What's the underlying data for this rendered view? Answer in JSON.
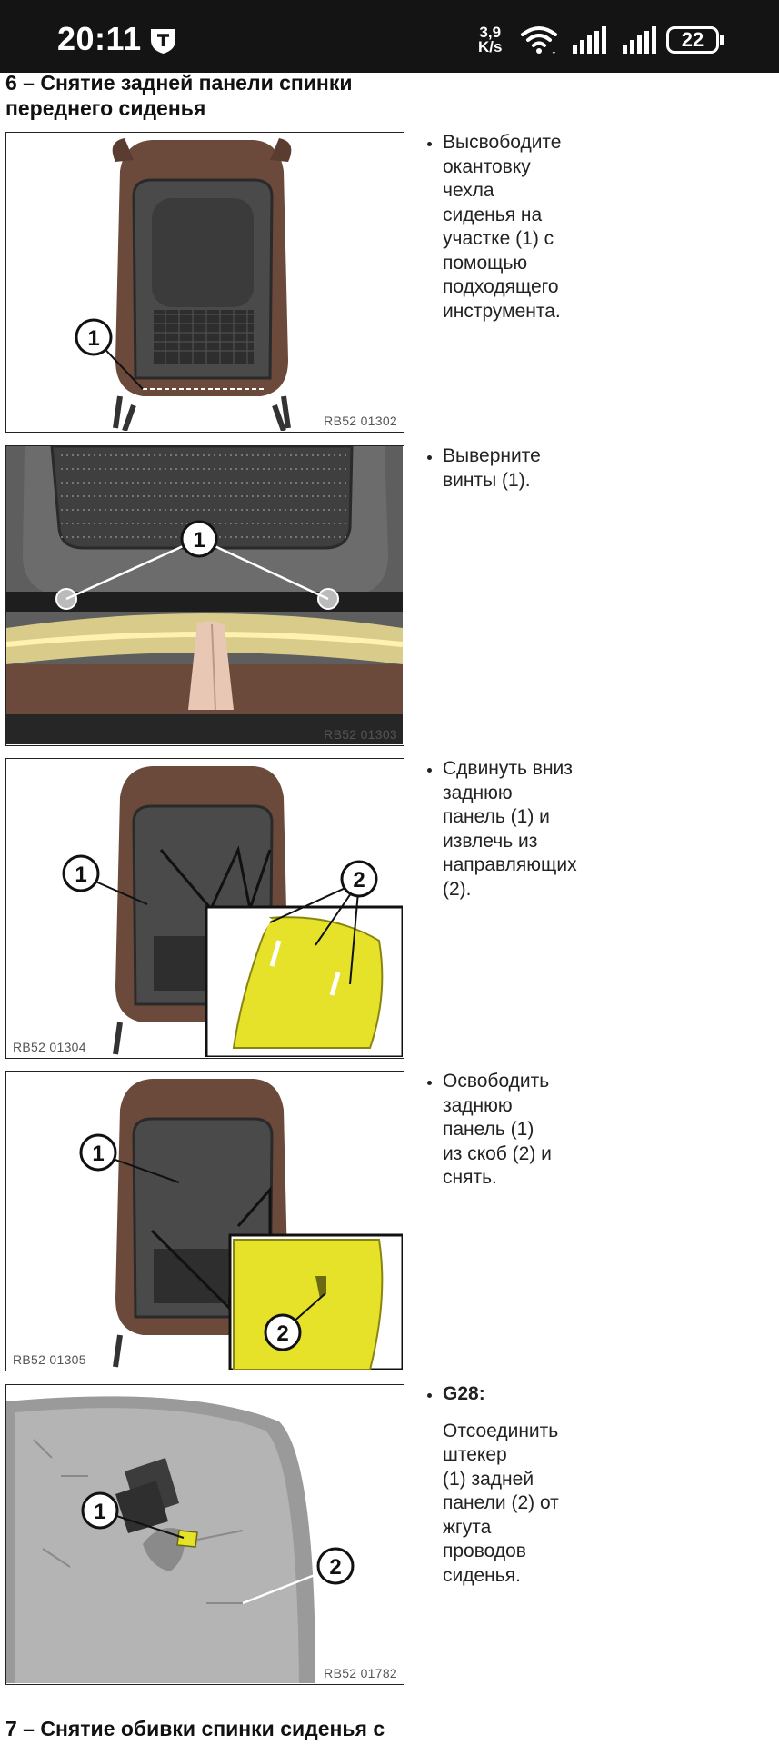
{
  "status_bar": {
    "time": "20:11",
    "app_icon": "shield-icon",
    "net_speed_value": "3,9",
    "net_speed_unit": "K/s",
    "battery": "22",
    "icons": [
      "wifi-icon",
      "signal-icon",
      "signal-icon",
      "battery-icon"
    ]
  },
  "section6": {
    "title_line1": "6 – Снятие задней панели спинки",
    "title_line2": "переднего сиденья"
  },
  "section7": {
    "title": "7 – Снятие обивки спинки сиденья с"
  },
  "steps": [
    {
      "image_code": "RB52 01302",
      "callouts": [
        "1"
      ],
      "lines": [
        "Высвободите",
        "окантовку",
        "чехла",
        "сиденья на",
        "участке (1) с",
        "помощью",
        "подходящего",
        "инструмента."
      ]
    },
    {
      "image_code": "RB52 01303",
      "callouts": [
        "1"
      ],
      "lines": [
        "Выверните",
        "винты (1)."
      ]
    },
    {
      "image_code": "RB52 01304",
      "callouts": [
        "1",
        "2"
      ],
      "lines": [
        "Сдвинуть вниз",
        "заднюю",
        "панель (1) и",
        "извлечь из",
        "направляющих",
        "(2)."
      ]
    },
    {
      "image_code": "RB52 01305",
      "callouts": [
        "1",
        "2"
      ],
      "lines": [
        "Освободить",
        "заднюю",
        "панель (1)",
        "из скоб (2) и",
        "снять."
      ]
    },
    {
      "image_code": "RB52 01782",
      "callouts": [
        "1",
        "2"
      ],
      "heading": "G28:",
      "lines": [
        "Отсоединить",
        "штекер",
        "(1) задней",
        "панели (2) от",
        "жгута",
        "проводов",
        "сиденья."
      ]
    }
  ],
  "colors": {
    "status_bar_bg": "#141414",
    "seat_leather": "#6b4a3c",
    "seat_panel": "#3a3a3a",
    "highlight_yellow": "#e6e22a",
    "text": "#222222"
  }
}
